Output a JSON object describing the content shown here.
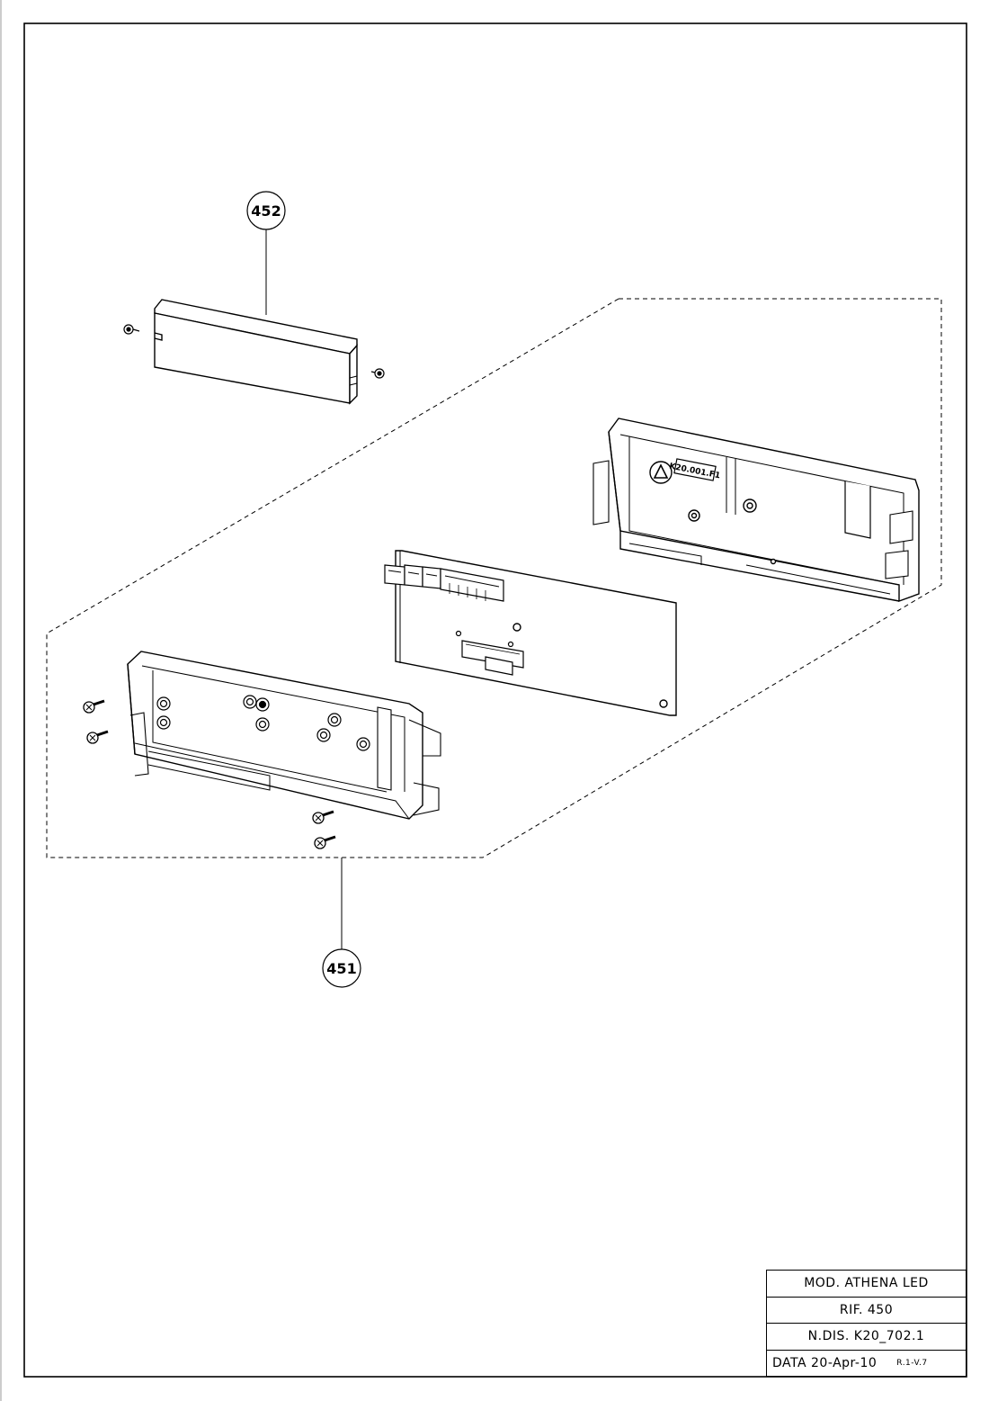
{
  "callouts": {
    "top": "452",
    "bottom": "451"
  },
  "board_label": "K20.001.F1",
  "title_block": {
    "model": "MOD. ATHENA LED",
    "reference": "RIF. 450",
    "drawing_number": "N.DIS. K20_702.1",
    "date": "DATA 20-Apr-10",
    "revision": "R.1-V.7"
  }
}
